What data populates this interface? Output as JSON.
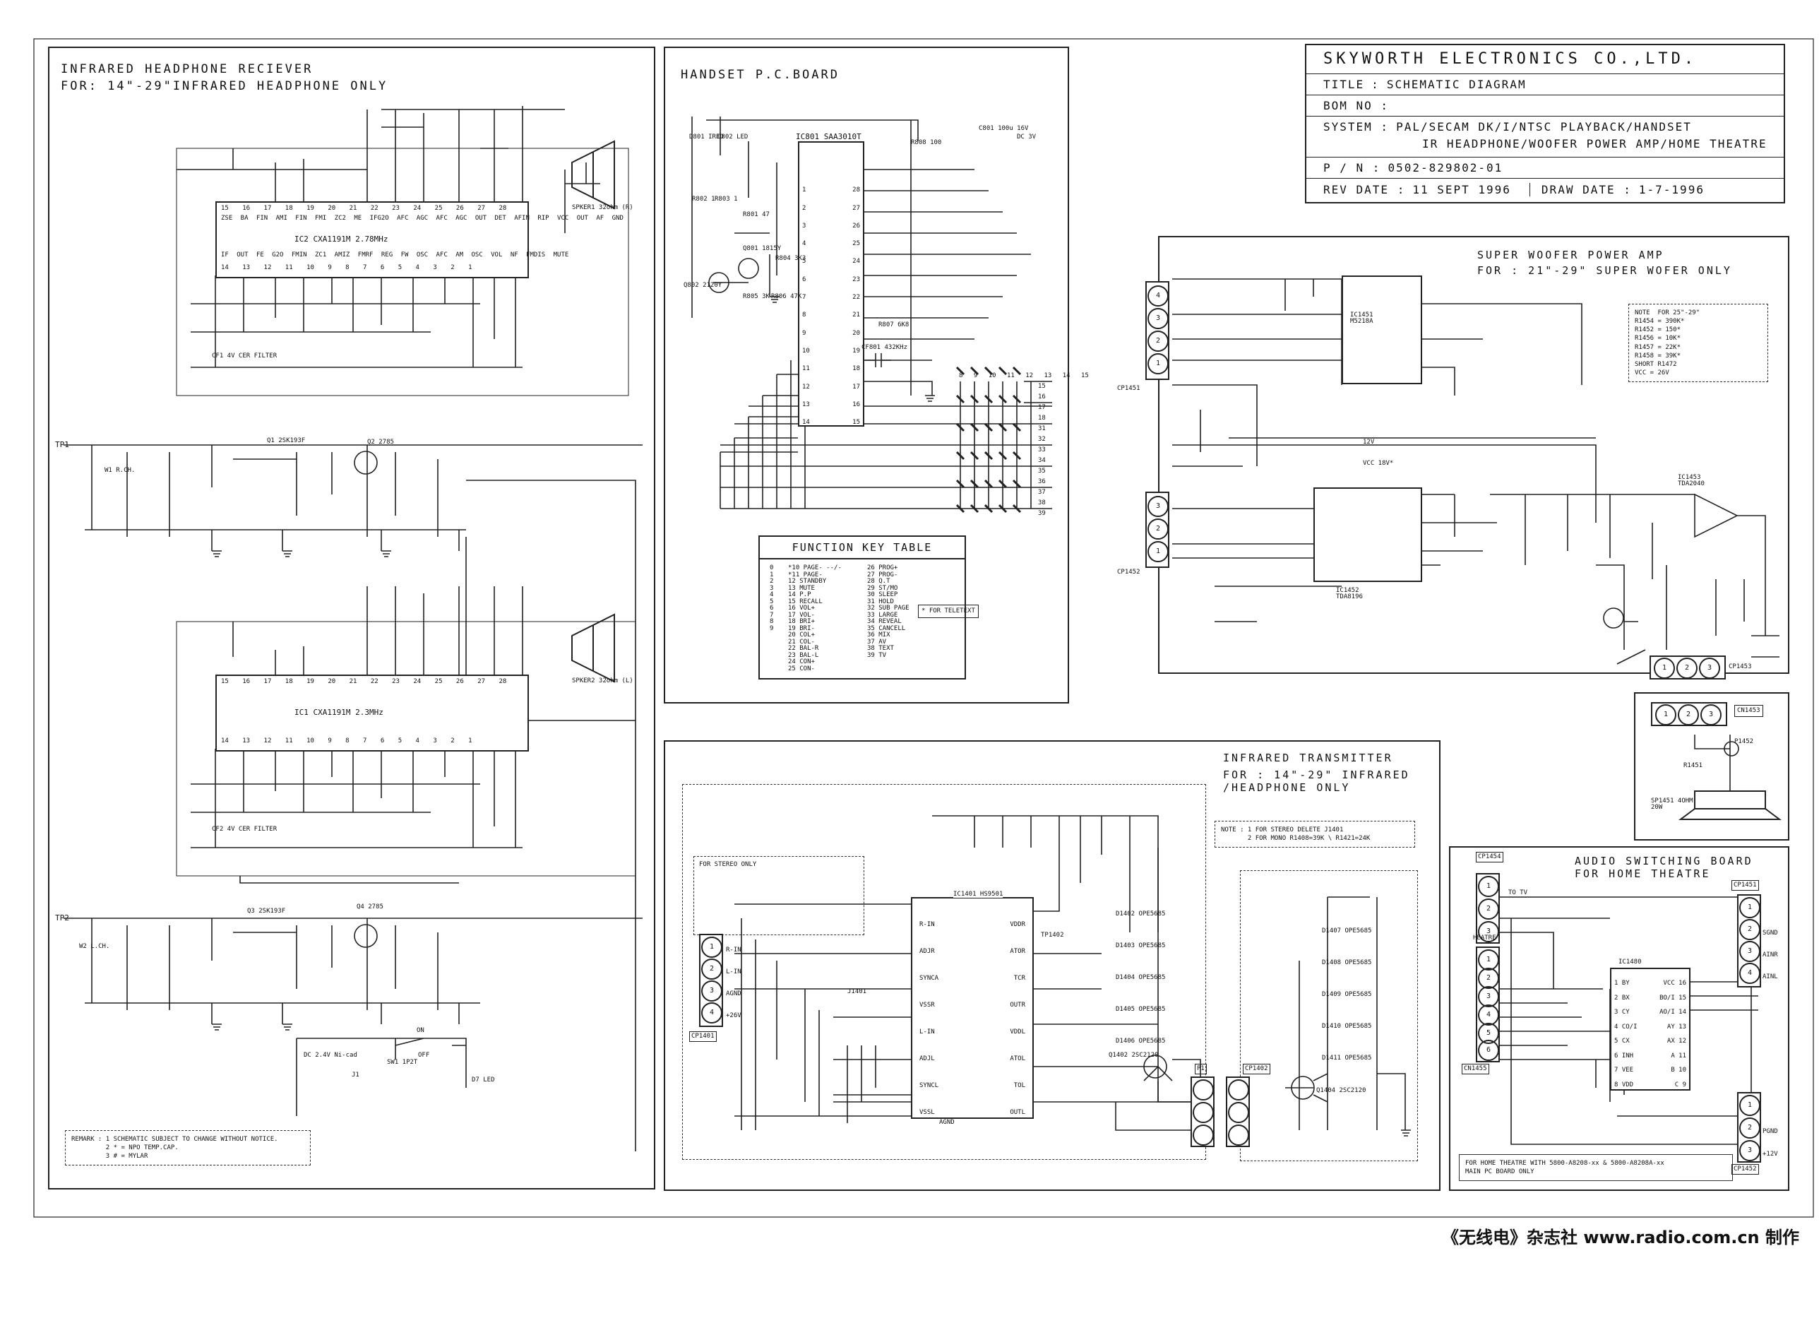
{
  "title_block": {
    "company": "SKYWORTH ELECTRONICS CO.,LTD.",
    "title_label": "TITLE",
    "title_value": "SCHEMATIC DIAGRAM",
    "bom_label": "BOM NO :",
    "system_label": "SYSTEM :",
    "system_value_1": "PAL/SECAM DK/I/NTSC PLAYBACK/HANDSET",
    "system_value_2": "IR HEADPHONE/WOOFER POWER AMP/HOME THEATRE",
    "pn_label": "P / N :",
    "pn_value": "0502-829802-01",
    "rev_label": "REV DATE :",
    "rev_value": "11 SEPT 1996",
    "draw_label": "DRAW DATE :",
    "draw_value": "1-7-1996"
  },
  "receiver": {
    "title": "INFRARED HEADPHONE RECIEVER",
    "subtitle": "FOR: 14\"-29\"INFRARED HEADPHONE ONLY",
    "ic2_name": "IC2  CXA1191M  2.78MHz",
    "ic1_name": "IC1  CXA1191M  2.3MHz",
    "ic_top_pins": [
      "15",
      "16",
      "17",
      "18",
      "19",
      "20",
      "21",
      "22",
      "23",
      "24",
      "25",
      "26",
      "27",
      "28"
    ],
    "ic_bot_pins": [
      "14",
      "13",
      "12",
      "11",
      "10",
      "9",
      "8",
      "7",
      "6",
      "5",
      "4",
      "3",
      "2",
      "1"
    ],
    "ic_top_names": [
      "ZSE BA",
      "FIN AMI",
      "FIN FMI",
      "ZC2",
      "ME",
      "IFG2O",
      "AFC AGC",
      "AFC AGC",
      "OUT DET",
      "AFIN",
      "RIP",
      "VCC",
      "OUT AF",
      "GND"
    ],
    "ic_bot_names": [
      "IF OUT",
      "FE G2O",
      "FMIN",
      "ZC1",
      "AMIZ",
      "FMRF",
      "REG",
      "FW OSC",
      "AFC",
      "AM OSC",
      "VOL",
      "NF",
      "FMDIS",
      "MUTE"
    ],
    "tp1": "TP1",
    "tp2": "TP2",
    "w1": "W1 R.CH.",
    "w2": "W2 L.CH.",
    "q1": "Q1 2SK193F",
    "q2": "Q2 2785",
    "q3": "Q3 2SK193F",
    "q4": "Q4 2785",
    "speaker1": "SPKER1 32ohm (R)",
    "speaker2": "SPKER2 32ohm (L)",
    "cf1": "CF1 4V CER FILTER",
    "cf2": "CF2 4V CER FILTER",
    "sw1": "SW1 1P2T",
    "battery": "DC 2.4V Ni-cad",
    "d7": "D7 LED",
    "j1": "J1",
    "on": "ON",
    "off": "OFF",
    "remark": "REMARK : 1 SCHEMATIC SUBJECT TO CHANGE WITHOUT NOTICE.\n         2 * = NPO TEMP.CAP.\n         3 # = MYLAR"
  },
  "handset": {
    "title": "HANDSET P.C.BOARD",
    "ic_name": "IC801 SAA3010T",
    "left_pins": [
      "1",
      "2",
      "3",
      "4",
      "5",
      "6",
      "7",
      "8",
      "9",
      "10",
      "11",
      "12",
      "13",
      "14"
    ],
    "right_pins": [
      "28",
      "27",
      "26",
      "25",
      "24",
      "23",
      "22",
      "21",
      "20",
      "19",
      "18",
      "17",
      "16",
      "15"
    ],
    "parts": [
      "D801 IRED",
      "D802 LED",
      "R802 1",
      "R803 1",
      "R801 47",
      "Q801 1815Y",
      "Q802 2120Y",
      "R804 3K3",
      "R805 3K",
      "R806 47K",
      "R808 100",
      "C801 100u 16V",
      "DC 3V",
      "R807 6K8",
      "CF801 432KHz"
    ],
    "matrix_cols": [
      "8",
      "9",
      "10",
      "11",
      "12",
      "13",
      "14",
      "15"
    ],
    "matrix_rows": [
      "15",
      "16",
      "17",
      "18",
      "31",
      "32",
      "33",
      "34",
      "35",
      "36",
      "37",
      "38",
      "39"
    ]
  },
  "fkt": {
    "title": "FUNCTION KEY TABLE",
    "col1": [
      "0",
      "1",
      "2",
      "3",
      "4",
      "5",
      "6",
      "7",
      "8",
      "9"
    ],
    "col2": [
      "*10 PAGE- --/-",
      "*11 PAGE-",
      "12 STANDBY",
      "13 MUTE",
      "14 P.P",
      "15 RECALL",
      "16 VOL+",
      "17 VOL-",
      "18 BRI+",
      "19 BRI-",
      "20 COL+",
      "21 COL-",
      "22 BAL-R",
      "23 BAL-L",
      "24 CON+",
      "25 CON-"
    ],
    "col3": [
      "26 PROG+",
      "27 PROG-",
      "28 Q.T",
      "29 ST/MO",
      "30 SLEEP",
      "31 HOLD",
      "32 SUB PAGE",
      "33 LARGE",
      "34 REVEAL",
      "35 CANCELL",
      "36 MIX",
      "37 AV",
      "38 TEXT",
      "39 TV"
    ],
    "note": "* FOR TELETEXT"
  },
  "woofer": {
    "title": "SUPER WOOFER POWER AMP",
    "subtitle": "FOR : 21\"-29\" SUPER WOFER ONLY",
    "ic1451": "IC1451 M5218A",
    "ic1452": "IC1452 TDA8196",
    "ic1453": "IC1453 TDA2040",
    "cp1451": "CP1451",
    "cp1452": "CP1452",
    "cp1453": "CP1453",
    "cn1453": "CN1453",
    "p1452": "P1452",
    "sp": "SP1451 4OHM 20W",
    "r1451": "R1451",
    "note": "NOTE  FOR 25\"-29\"\nR1454 = 390K*\nR1452 = 150*\nR1456 = 10K*\nR1457 = 22K*\nR1458 = 39K*\nSHORT R1472\nVCC = 26V",
    "v12": "12V",
    "vcc": "VCC 18V*"
  },
  "transmitter": {
    "title": "INFRARED TRANSMITTER",
    "subtitle": "FOR : 14\"-29\" INFRARED /HEADPHONE ONLY",
    "note": "NOTE : 1 FOR STEREO DELETE J1401\n       2 FOR MONO R1408=39K \\ R1421=24K",
    "ic_name": "IC1401 HS9501",
    "ic_left": [
      "R-IN",
      "ADJR",
      "SYNCA",
      "VSSR",
      "L-IN",
      "ADJL",
      "SYNCL",
      "VSSL"
    ],
    "ic_right": [
      "VDDR",
      "ATOR",
      "TCR",
      "OUTR",
      "VDDL",
      "ATOL",
      "TOL",
      "OUTL"
    ],
    "stereo_only": "FOR STEREO ONLY",
    "cp1401": "CP1401",
    "cp1401_pins": [
      "R-IN",
      "L-IN",
      "AGND",
      "+26V"
    ],
    "leds": [
      "D1402 OPE5685",
      "D1403 OPE5685",
      "D1404 OPE5685",
      "D1405 OPE5685",
      "D1406 OPE5685"
    ],
    "leds2": [
      "D1407 OPE5685",
      "D1408 OPE5685",
      "D1409 OPE5685",
      "D1410 OPE5685",
      "D1411 OPE5685"
    ],
    "q1402": "Q1402 2SC2120",
    "q1404": "Q1404 2SC2120",
    "p1": "P1",
    "cp1402": "CP1402",
    "j1401": "J1401",
    "agnd": "AGND",
    "tp1402": "TP1402"
  },
  "audio_switch": {
    "title": "AUDIO SWITCHING BOARD",
    "subtitle": "FOR HOME THEATRE",
    "ic_name": "IC1480",
    "ic_left": [
      "1 BY",
      "2 BX",
      "3 CY",
      "4 CO/I",
      "5 CX",
      "6 INH",
      "7 VEE",
      "8 VDD"
    ],
    "ic_right": [
      "VCC 16",
      "BO/I 15",
      "AO/I 14",
      "AY 13",
      "AX 12",
      "A 11",
      "B 10",
      "C 9"
    ],
    "cp1454": "CP1454",
    "to_tv": "TO TV",
    "heatre": "HEATRE",
    "cn1455": "CN1455",
    "cp1451": "CP1451",
    "cp1452": "CP1452",
    "right_pins": [
      "SGND",
      "AINR",
      "AINL"
    ],
    "bottom_pins": [
      "PGND",
      "+12V"
    ],
    "note": "FOR HOME THEATRE WITH 5800-A8208-xx & 5800-A8208A-xx\nMAIN PC BOARD ONLY"
  },
  "footer": "《无线电》杂志社  www.radio.com.cn 制作"
}
